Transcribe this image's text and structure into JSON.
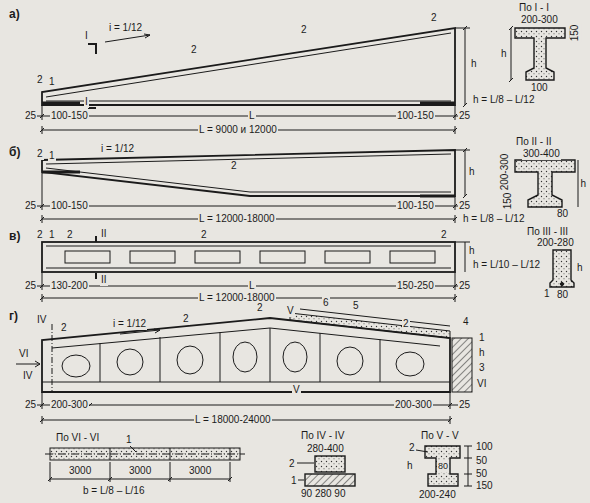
{
  "diagram": {
    "labels": [
      "а)",
      "I",
      "i = 1/12",
      "2",
      "1",
      "2",
      "2",
      "2",
      "h",
      "h = L/8 – L/12",
      "I",
      "25",
      "100-150",
      "L",
      "100-150",
      "25",
      "L = 9000 и 12000",
      "По I - I",
      "200-300",
      "150",
      "h",
      "100",
      "б)",
      "2",
      "1",
      "i = 1/12",
      "2",
      "h",
      "h = L/8 – L/12",
      "25",
      "100-150",
      "L = 12000-18000",
      "100-150",
      "25",
      "По II - II",
      "300-400",
      "200-300",
      "150",
      "h",
      "80",
      "в)",
      "2",
      "1",
      "2",
      "2",
      "II",
      "II",
      "2",
      "h",
      "h = L/10 – L/12",
      "25",
      "130-200",
      "L",
      "150-250",
      "25",
      "L = 12000-18000",
      "По III - III",
      "200-280",
      "h",
      "1",
      "80",
      "г)",
      "IV",
      "2",
      "i = 1/12",
      "2",
      "2",
      "V",
      "6",
      "5",
      "2",
      "4",
      "1",
      "h",
      "3",
      "VI",
      "VI",
      "IV",
      "V",
      "25",
      "200-300",
      "L = 18000-24000",
      "200-300",
      "25",
      "По VI - VI",
      "1",
      "3000",
      "3000",
      "3000",
      "b = L/8 – L/16",
      "По IV - IV",
      "280-400",
      "2",
      "1",
      "90 280 90",
      "По V - V",
      "2",
      "100",
      "50",
      "80",
      "50",
      "h",
      "150",
      "200-240"
    ]
  }
}
